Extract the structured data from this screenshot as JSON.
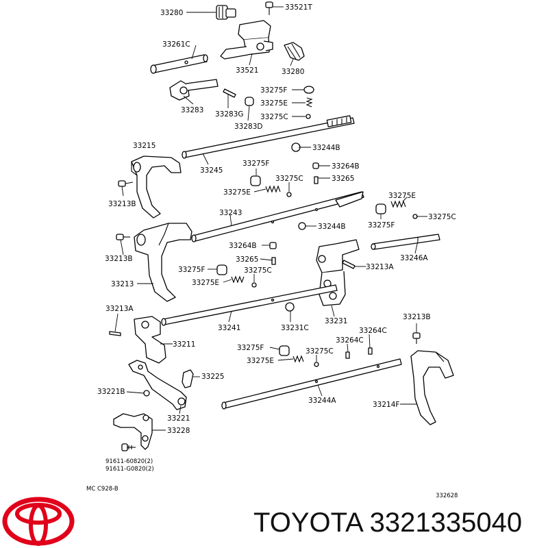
{
  "labels": {
    "p33280a": "33280",
    "p33521t": "33521T",
    "p33261c": "33261C",
    "p33521": "33521",
    "p33280b": "33280",
    "p33275f_a": "33275F",
    "p33275e_a": "33275E",
    "p33283": "33283",
    "p33283g": "33283G",
    "p33275c_a": "33275C",
    "p33283d": "33283D",
    "p33215": "33215",
    "p33244b_a": "33244B",
    "p33245": "33245",
    "p33275f_b": "33275F",
    "p33264b_a": "33264B",
    "p33275c_b": "33275C",
    "p33265_a": "33265",
    "p33213b_a": "33213B",
    "p33275e_b": "33275E",
    "p33275e_c": "33275E",
    "p33243": "33243",
    "p33275c_c": "33275C",
    "p33244b_b": "33244B",
    "p33275f_c": "33275F",
    "p33264b_b": "33264B",
    "p33213b_b": "33213B",
    "p33246a": "33246A",
    "p33265_b": "33265",
    "p33213a_a": "33213A",
    "p33275f_d": "33275F",
    "p33275c_d": "33275C",
    "p33275e_d": "33275E",
    "p33213": "33213",
    "p33213a_b": "33213A",
    "p33231c": "33231C",
    "p33231": "33231",
    "p33241": "33241",
    "p33213b_c": "33213B",
    "p33264c_a": "33264C",
    "p33211": "33211",
    "p33264c_b": "33264C",
    "p33275f_e": "33275F",
    "p33275c_e": "33275C",
    "p33275e_e": "33275E",
    "p33225": "33225",
    "p33221b": "33221B",
    "p33244a": "33244A",
    "p33214f": "33214F",
    "p33221": "33221",
    "p33228": "33228",
    "bolt1": "91611-60820(2)",
    "bolt2": "91611-G0820(2)",
    "mc": "MC  C928-B",
    "ref": "332628"
  },
  "brand": {
    "logo_icon": "toyota-logo-icon",
    "logo_color": "#e1001a",
    "text": "TOYOTA 3321335040"
  }
}
